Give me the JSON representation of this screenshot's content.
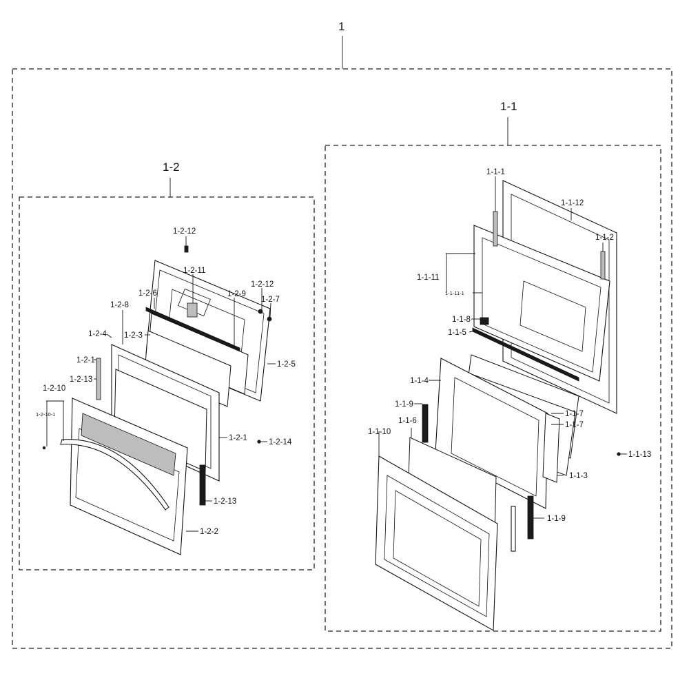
{
  "assembly_labels": {
    "root": "1",
    "group_left": "1-2",
    "group_right": "1-1"
  },
  "left_group": {
    "labels": {
      "p12_top": "1-2-12",
      "p11": "1-2-11",
      "p12_right": "1-2-12",
      "p7": "1-2-7",
      "p6": "1-2-6",
      "p9": "1-2-9",
      "p8": "1-2-8",
      "p4": "1-2-4",
      "p3": "1-2-3",
      "p5": "1-2-5",
      "p1_left": "1-2-1",
      "p13_left": "1-2-13",
      "p10": "1-2-10",
      "p10_1": "1-2-10-1",
      "p1_right": "1-2-1",
      "p14": "1-2-14",
      "p13_right": "1-2-13",
      "p2": "1-2-2"
    }
  },
  "right_group": {
    "labels": {
      "p1": "1-1-1",
      "p12": "1-1-12",
      "p2": "1-1-2",
      "p11": "1-1-11",
      "p11_1": "1-1-11-1",
      "p8": "1-1-8",
      "p5": "1-1-5",
      "p4": "1-1-4",
      "p7_a": "1-1-7",
      "p7_b": "1-1-7",
      "p9_left": "1-1-9",
      "p6": "1-1-6",
      "p10": "1-1-10",
      "p13": "1-1-13",
      "p3": "1-1-3",
      "p9_right": "1-1-9"
    }
  }
}
